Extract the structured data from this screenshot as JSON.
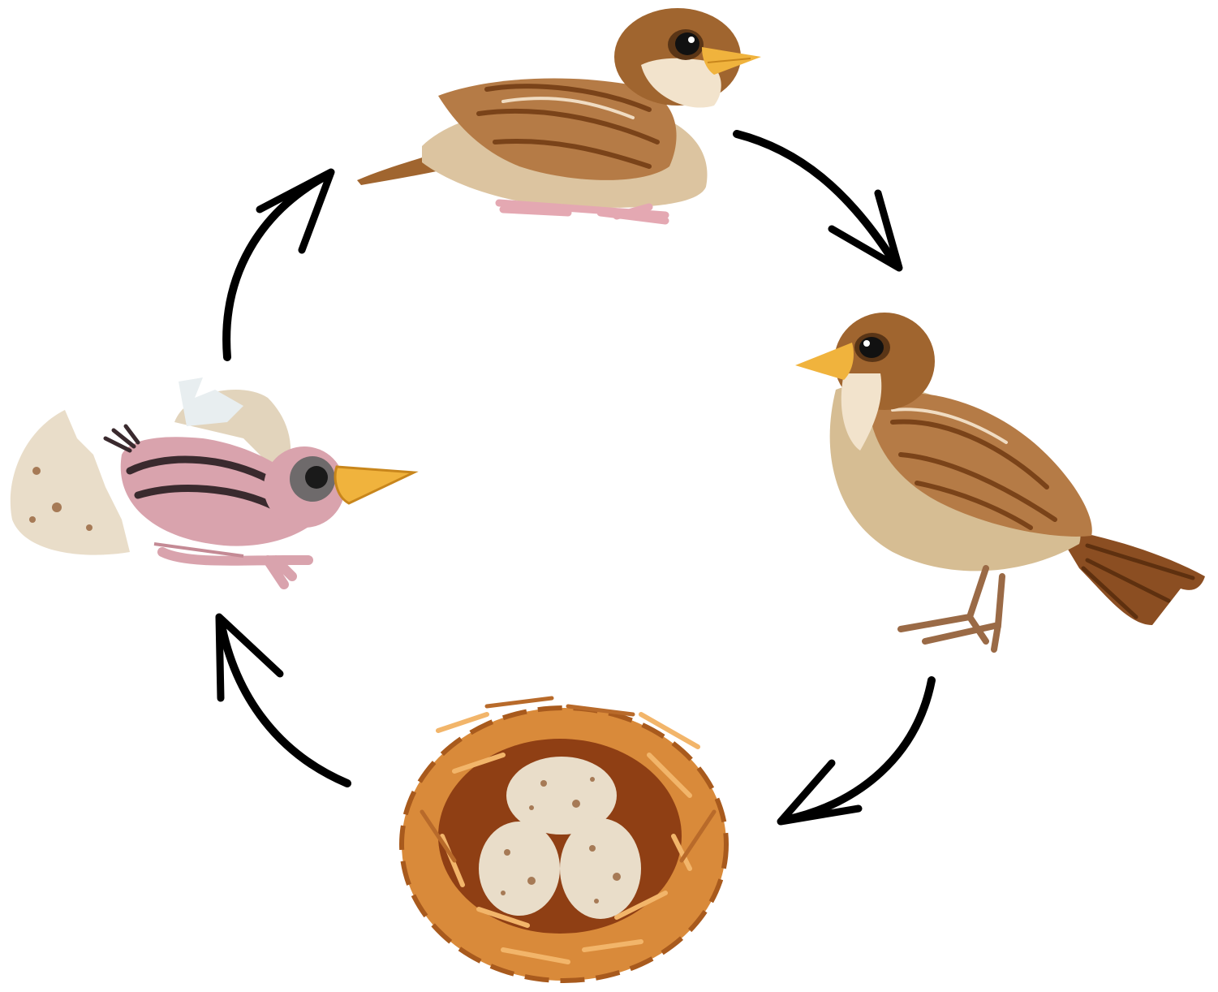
{
  "diagram": {
    "type": "cycle",
    "stages": [
      {
        "id": "young-bird",
        "icon": "young-sparrow-icon"
      },
      {
        "id": "adult-bird",
        "icon": "adult-sparrow-icon"
      },
      {
        "id": "eggs-in-nest",
        "icon": "nest-with-eggs-icon"
      },
      {
        "id": "hatchling",
        "icon": "hatchling-in-eggshell-icon"
      }
    ],
    "arrow_order": [
      "young-bird",
      "adult-bird",
      "eggs-in-nest",
      "hatchling",
      "young-bird"
    ],
    "colors": {
      "background": "#ffffff",
      "arrow": "#000000",
      "feather_dark": "#8b4e22",
      "feather_mid": "#b98556",
      "feather_light": "#d9c29d",
      "beak": "#f0b33d",
      "nest": "#d98a3a",
      "egg": "#e9ddc9",
      "chick_skin": "#d9a3ad"
    }
  }
}
